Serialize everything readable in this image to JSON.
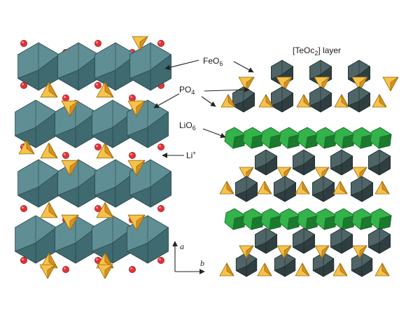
{
  "labels": {
    "feo6": {
      "main": "FeO",
      "sub": "6"
    },
    "po4": {
      "main": "PO",
      "sub": "4"
    },
    "lio6": {
      "main": "LiO",
      "sub": "6"
    },
    "li": {
      "main": "Li",
      "sup": "+"
    },
    "teoc": {
      "pre": "[TeOc",
      "sub": "2",
      "post": "] layer"
    }
  },
  "axes": {
    "a": "a",
    "b": "b"
  },
  "colors": {
    "feo6_light": "#5f8e94",
    "feo6_dark": "#3e6a70",
    "feo6_edge": "#2c4a4e",
    "po4_light": "#f7c24a",
    "po4_dark": "#d9911e",
    "li_ion": "#e0343a",
    "li_ion_dark": "#a81e24",
    "te_oct_light": "#4e6466",
    "te_oct_dark": "#2f3f41",
    "lio6_light": "#33b34a",
    "lio6_dark": "#1c7a2e",
    "arrow": "#222222"
  }
}
